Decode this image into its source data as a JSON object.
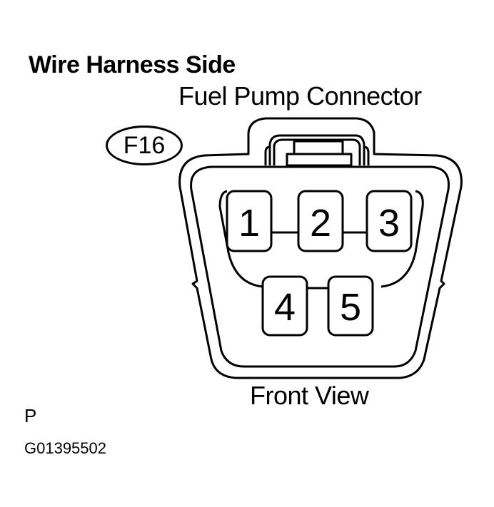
{
  "diagram": {
    "title": "Wire Harness Side",
    "subtitle": "Fuel Pump Connector",
    "connector_code": "F16",
    "view_label": "Front View",
    "corner_letter": "P",
    "figure_id": "G01395502",
    "pins": [
      {
        "number": "1",
        "row": "top",
        "position": "left"
      },
      {
        "number": "2",
        "row": "top",
        "position": "center"
      },
      {
        "number": "3",
        "row": "top",
        "position": "right"
      },
      {
        "number": "4",
        "row": "bottom",
        "position": "left"
      },
      {
        "number": "5",
        "row": "bottom",
        "position": "right"
      }
    ],
    "colors": {
      "line": "#000000",
      "background": "#ffffff"
    }
  }
}
